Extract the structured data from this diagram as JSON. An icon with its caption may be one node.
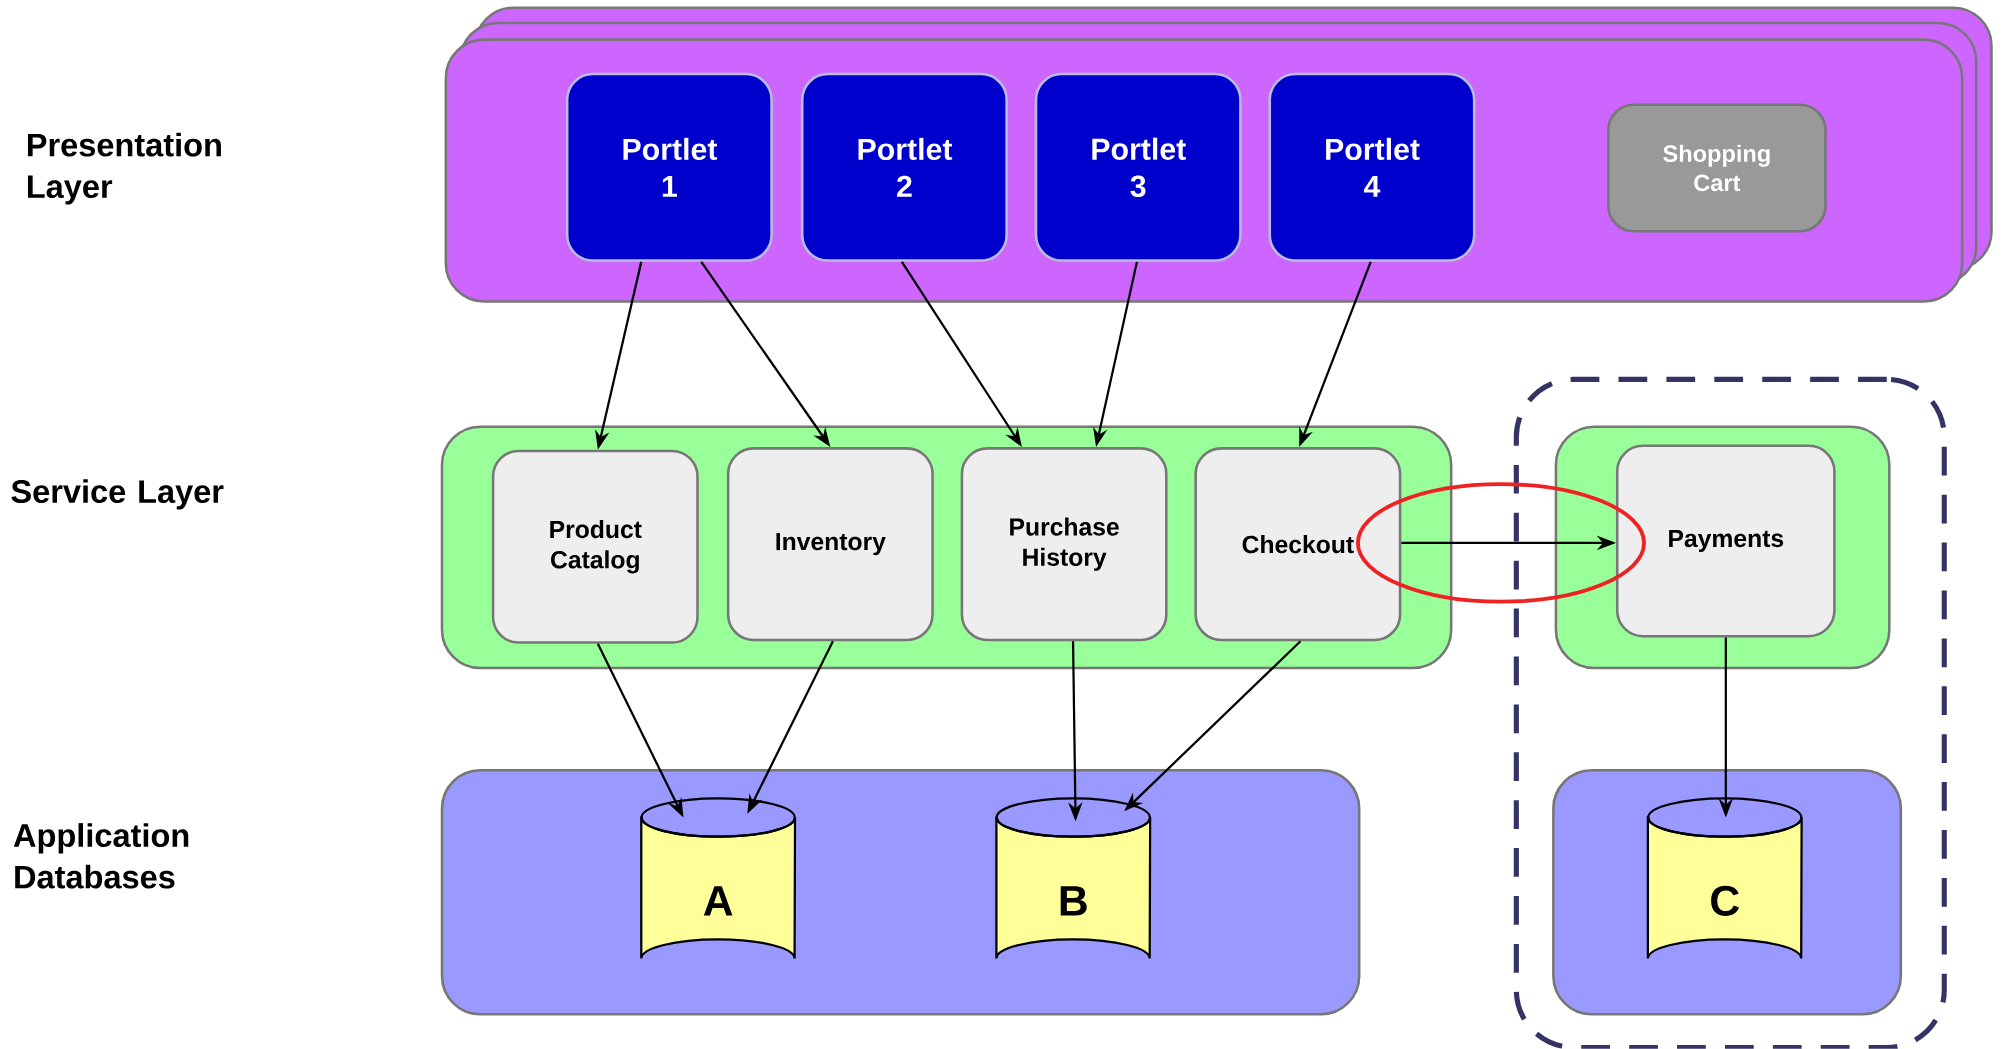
{
  "diagram": {
    "nodes": [
      {
        "text": [],
        "shape": "box"
      },
      {
        "text": [
          "Portlet 1"
        ],
        "in": 0
      },
      {
        "text": [
          "Portlet 2"
        ],
        "in": 0
      },
      {
        "text": [
          "Portlet 3"
        ],
        "in": 0
      },
      {
        "text": [
          "Portlet 4"
        ],
        "in": 0
      },
      {
        "text": [
          "Shopping Cart"
        ],
        "in": 0
      },
      {
        "text": [],
        "shape": "box"
      },
      {
        "text": [
          "Product Catalog"
        ],
        "in": 6
      },
      {
        "text": [
          "Inventory"
        ],
        "in": 6
      },
      {
        "text": [
          "Purchase History"
        ],
        "in": 6
      },
      {
        "text": [
          "Checkout"
        ],
        "in": 6
      },
      {
        "text": [],
        "shape": "box"
      },
      {
        "text": [],
        "shape": "box",
        "in": 11
      },
      {
        "text": [
          "Payments"
        ],
        "in": 12
      },
      {
        "text": [],
        "shape": "box"
      },
      {
        "text": [
          "A"
        ],
        "in": 14
      },
      {
        "text": [
          "B"
        ],
        "in": 14
      },
      {
        "text": [],
        "shape": "box",
        "in": 11
      },
      {
        "text": [
          "C"
        ],
        "in": 17
      }
    ],
    "edges": [
      {
        "from": 1,
        "to": 7,
        "arrow": "to"
      },
      {
        "from": 1,
        "to": 8,
        "arrow": "to"
      },
      {
        "from": 2,
        "to": 9,
        "arrow": "to"
      },
      {
        "from": 3,
        "to": 9,
        "arrow": "to"
      },
      {
        "from": 4,
        "to": 10,
        "arrow": "to"
      },
      {
        "from": 7,
        "to": 15,
        "arrow": "to"
      },
      {
        "from": 8,
        "to": 15,
        "arrow": "to"
      },
      {
        "from": 9,
        "to": 16,
        "arrow": "to"
      },
      {
        "from": 10,
        "to": 16,
        "arrow": "to"
      },
      {
        "from": 10,
        "to": 13,
        "arrow": "to"
      },
      {
        "from": 13,
        "to": 18,
        "arrow": "to"
      }
    ],
    "labels": [
      "Presentation Layer",
      "Service Layer",
      "Application Databases"
    ]
  }
}
